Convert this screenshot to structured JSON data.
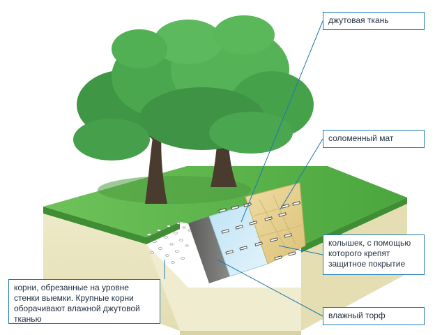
{
  "labels": {
    "jute_fabric": "джутовая ткань",
    "straw_mat": "соломенный мат",
    "peg": "колышек, с помощью которого крепят защитное покрытие",
    "roots": "корни, обрезанные на уровне стенки выемки. Крупные корни оборачивают влажной джутовой тканью",
    "wet_peat": "влажный торф"
  },
  "colors": {
    "leader_line": "#1a78b4",
    "callout_border": "#1a78b4",
    "grass": "#5bb346",
    "soil": "#ece8c6",
    "jute": "#e8d193",
    "peat_panel": "#cde8f5",
    "trunk": "#4a3b2f",
    "foliage": "#46a34a"
  }
}
